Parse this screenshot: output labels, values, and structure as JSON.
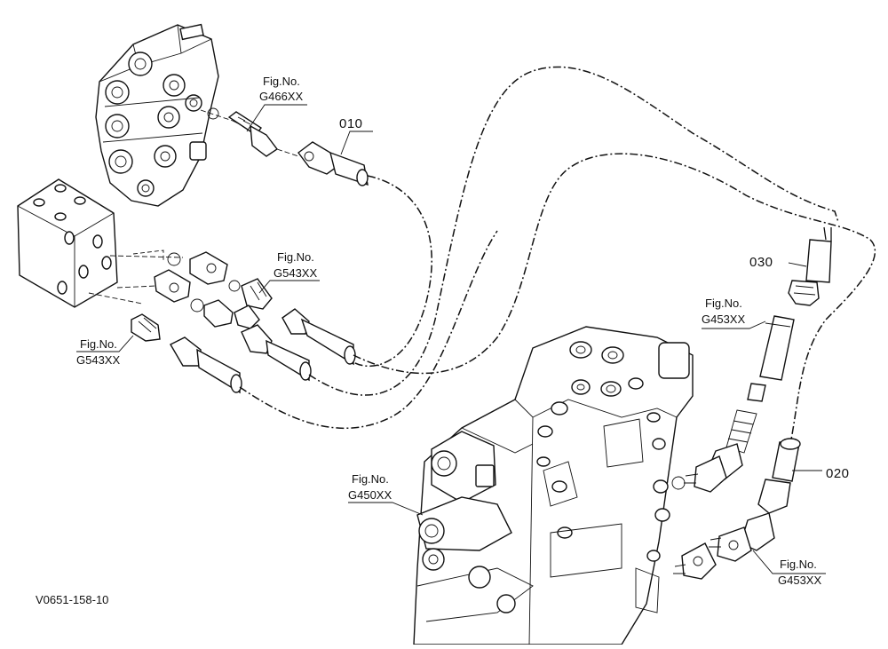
{
  "figure_id": "V0651-158-10",
  "callouts": {
    "fig_g466": {
      "line1": "Fig.No.",
      "line2": "G466XX"
    },
    "fig_g543_upper": {
      "line1": "Fig.No.",
      "line2": "G543XX"
    },
    "fig_g543_lower": {
      "line1": "Fig.No.",
      "line2": "G543XX"
    },
    "fig_g453_upper": {
      "line1": "Fig.No.",
      "line2": "G453XX"
    },
    "fig_g453_lower": {
      "line1": "Fig.No.",
      "line2": "G453XX"
    },
    "fig_g450": {
      "line1": "Fig.No.",
      "line2": "G450XX"
    }
  },
  "part_numbers": {
    "p010": "010",
    "p020": "020",
    "p030": "030"
  }
}
